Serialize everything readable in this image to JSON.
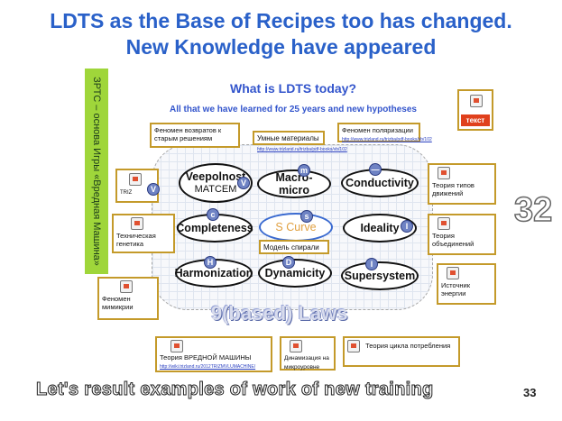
{
  "header": {
    "title_line1": "LDTS as the Base of Recipes too has changed.",
    "title_line2": "New Knowledge have appeared"
  },
  "sidebar_text": "ЗРТС – основа  Игры «Вредная Машина»",
  "slide": {
    "title": "What is LDTS today?",
    "subtitle": "All that we have learned for 25 years and new hypotheses",
    "text_button": "текст"
  },
  "laws": [
    {
      "name": "Veepolnost",
      "sub": "MATCEM",
      "letter": "V"
    },
    {
      "name": "Macro- micro",
      "letter": "m"
    },
    {
      "name": "Conductivity",
      "letter": "—"
    },
    {
      "name": "Completeness",
      "letter": "c"
    },
    {
      "name": "S Curve",
      "letter": "s"
    },
    {
      "name": "Ideality",
      "letter": "I"
    },
    {
      "name": "Harmonization",
      "letter": "H"
    },
    {
      "name": "Dynamicity",
      "letter": "D"
    },
    {
      "name": "Supersystem",
      "letter": "I"
    }
  ],
  "laws_caption": "9(based) Laws",
  "boxes": {
    "return_phenomenon": "Феномен возвратов к старым решениям",
    "smart_materials": "Умные материалы",
    "polarization": "Феномен поляризации",
    "polarization_link": "http://www.trizland.ru/trizba/pdf-books/vb/102",
    "smart_link": "http://www.trizland.ru/trizba/pdf-books/vb/102",
    "tiz": "TRIZ",
    "tech_genetics": "Техническая генетика",
    "spiral_model": "Модель спирали",
    "mimicry": "Феномен мимикрии",
    "movement_types": "Теория типов движений",
    "unification": "Теория объединений",
    "energy_source": "Источник энергии",
    "harmful_machine": "Теория ВРЕДНОЙ МАШИНЫ",
    "harmful_link": "http://wiki.trizland.ru/2012TRIZMVLUMACHINE/",
    "dynamization": "Динамизация на микроуровне",
    "consumption_cycle": "Теория цикла потребления"
  },
  "side_number": "32",
  "footer": {
    "text": "Let's result examples of work of new training",
    "page": "33"
  },
  "colors": {
    "title": "#2a61c9",
    "box_border": "#c49a2a",
    "green_bar": "#9fd63a",
    "circle": "#6f83c4"
  }
}
